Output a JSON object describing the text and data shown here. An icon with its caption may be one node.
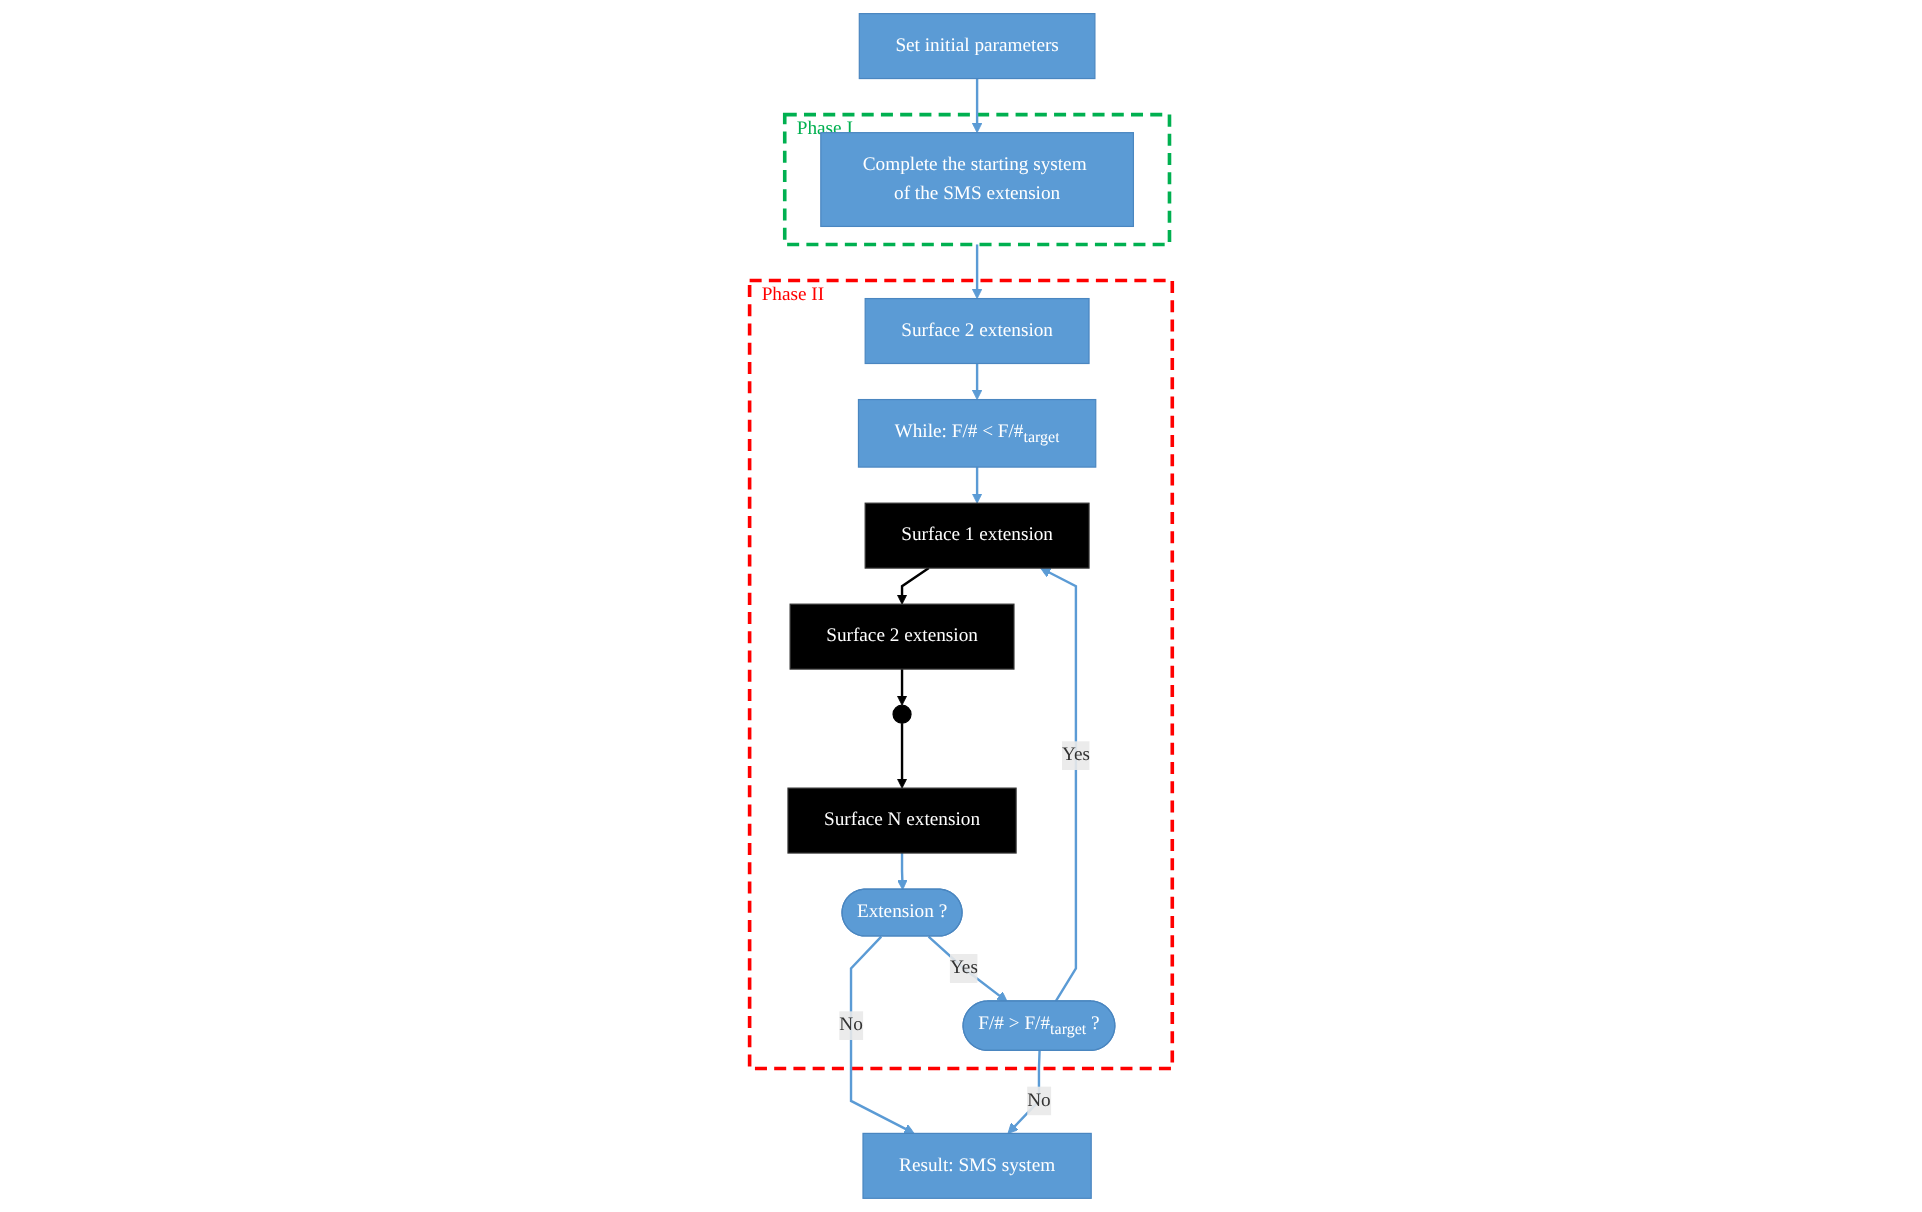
{
  "diagram": {
    "nodes": [
      {
        "text": [
          "Set initial parameters"
        ]
      },
      {
        "text": [
          "Phase I"
        ]
      },
      {
        "text": [
          "Complete the starting system of the SMS extension"
        ],
        "in": 1
      },
      {
        "text": [
          "Phase II"
        ]
      },
      {
        "text": [
          "Surface 2 extension"
        ],
        "in": 3
      },
      {
        "text": [
          "While: F/# < F/#$_{target}$"
        ],
        "in": 3
      },
      {
        "text": [
          "Surface 1 extension"
        ],
        "in": 3
      },
      {
        "text": [
          "Surface 2 extension"
        ],
        "in": 3
      },
      {
        "text": [],
        "shape": "dots",
        "in": 3
      },
      {
        "text": [
          "Surface N extension"
        ],
        "in": 3
      },
      {
        "text": [
          "Extension ?"
        ],
        "in": 3
      },
      {
        "text": [
          "F/# > F/#$_{target}$ ?"
        ],
        "in": 3
      },
      {
        "text": [
          "Result: SMS system"
        ]
      }
    ],
    "edges": [
      {
        "from": 0,
        "to": 2,
        "arrow": "to"
      },
      {
        "from": 1,
        "to": 4,
        "arrow": "to"
      },
      {
        "from": 4,
        "to": 5,
        "arrow": "to"
      },
      {
        "from": 5,
        "to": 6,
        "arrow": "to"
      },
      {
        "from": 6,
        "to": 7,
        "arrow": "to",
        "color": "#000000"
      },
      {
        "from": 7,
        "to": 8,
        "arrow": "to",
        "color": "#000000"
      },
      {
        "from": 8,
        "to": 9,
        "arrow": "to",
        "color": "#000000"
      },
      {
        "from": 9,
        "to": 10,
        "arrow": "to"
      },
      {
        "from": 10,
        "to": 11,
        "arrow": "to",
        "label": "Yes"
      },
      {
        "from": 11,
        "to": 6,
        "arrow": "to",
        "label": "Yes"
      },
      {
        "from": 10,
        "to": 12,
        "arrow": "to",
        "label": "No"
      },
      {
        "from": 11,
        "to": 12,
        "arrow": "to",
        "label": "No"
      }
    ]
  }
}
